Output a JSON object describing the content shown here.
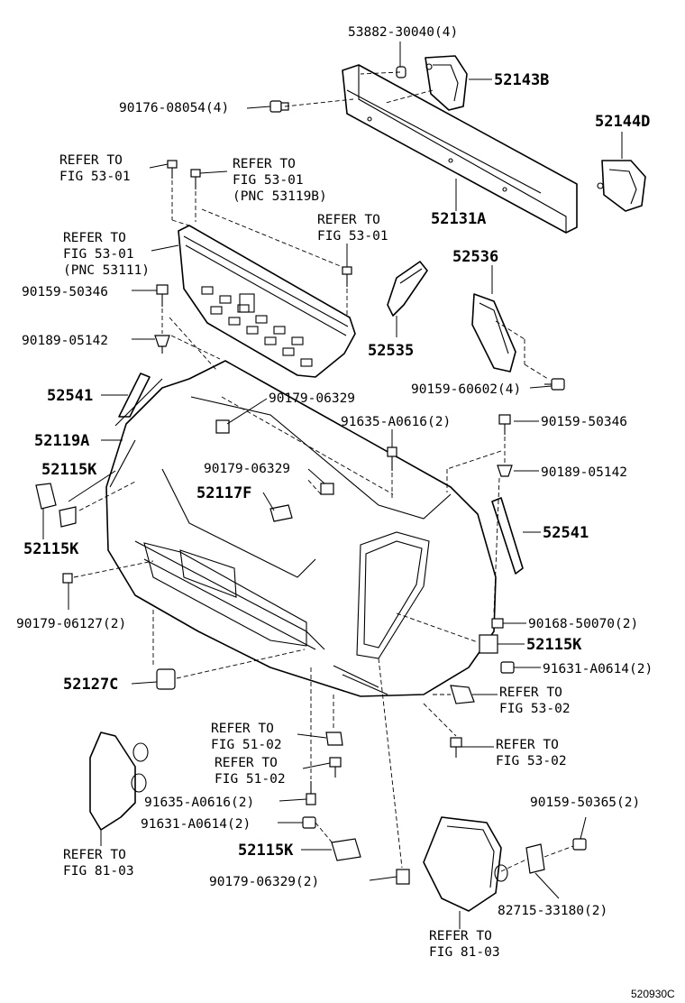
{
  "callouts": [
    {
      "id": "c1",
      "text": "53882-30040(4)"
    },
    {
      "id": "c2",
      "text": "52143B"
    },
    {
      "id": "c3",
      "text": "90176-08054(4)"
    },
    {
      "id": "c4",
      "text": "52144D"
    },
    {
      "id": "c5",
      "lines": [
        "REFER TO",
        "FIG 53-01"
      ]
    },
    {
      "id": "c6",
      "lines": [
        "REFER TO",
        "FIG 53-01",
        "(PNC 53119B)"
      ]
    },
    {
      "id": "c7",
      "text": "52131A"
    },
    {
      "id": "c8",
      "lines": [
        "REFER TO",
        "FIG 53-01",
        "(PNC 53111)"
      ]
    },
    {
      "id": "c9",
      "lines": [
        "REFER TO",
        "FIG 53-01"
      ]
    },
    {
      "id": "c10",
      "text": "52536"
    },
    {
      "id": "c11",
      "text": "90159-50346"
    },
    {
      "id": "c12",
      "text": "90189-05142"
    },
    {
      "id": "c13",
      "text": "52535"
    },
    {
      "id": "c14",
      "text": "90159-60602(4)"
    },
    {
      "id": "c15",
      "text": "52541"
    },
    {
      "id": "c16",
      "text": "90179-06329"
    },
    {
      "id": "c17",
      "text": "52119A"
    },
    {
      "id": "c18",
      "text": "91635-A0616(2)"
    },
    {
      "id": "c19",
      "text": "90159-50346"
    },
    {
      "id": "c20",
      "text": "52115K"
    },
    {
      "id": "c21",
      "text": "90179-06329"
    },
    {
      "id": "c22",
      "text": "90189-05142"
    },
    {
      "id": "c23",
      "text": "52117F"
    },
    {
      "id": "c24",
      "text": "52115K"
    },
    {
      "id": "c25",
      "text": "52541"
    },
    {
      "id": "c26",
      "text": "90179-06127(2)"
    },
    {
      "id": "c27",
      "text": "90168-50070(2)"
    },
    {
      "id": "c28",
      "text": "52115K"
    },
    {
      "id": "c29",
      "text": "52127C"
    },
    {
      "id": "c30",
      "text": "91631-A0614(2)"
    },
    {
      "id": "c31",
      "lines": [
        "REFER TO",
        "FIG 53-02"
      ]
    },
    {
      "id": "c32",
      "lines": [
        "REFER TO",
        "FIG 51-02"
      ]
    },
    {
      "id": "c33",
      "lines": [
        "REFER TO",
        "FIG 53-02"
      ]
    },
    {
      "id": "c34",
      "lines": [
        "REFER TO",
        "FIG 51-02"
      ]
    },
    {
      "id": "c35",
      "text": "91635-A0616(2)"
    },
    {
      "id": "c36",
      "text": "90159-50365(2)"
    },
    {
      "id": "c37",
      "text": "91631-A0614(2)"
    },
    {
      "id": "c38",
      "lines": [
        "REFER TO",
        "FIG 81-03"
      ]
    },
    {
      "id": "c39",
      "text": "52115K"
    },
    {
      "id": "c40",
      "text": "90179-06329(2)"
    },
    {
      "id": "c41",
      "text": "82715-33180(2)"
    },
    {
      "id": "c42",
      "lines": [
        "REFER TO",
        "FIG 81-03"
      ]
    }
  ],
  "footer": {
    "drawing_code": "520930C"
  }
}
